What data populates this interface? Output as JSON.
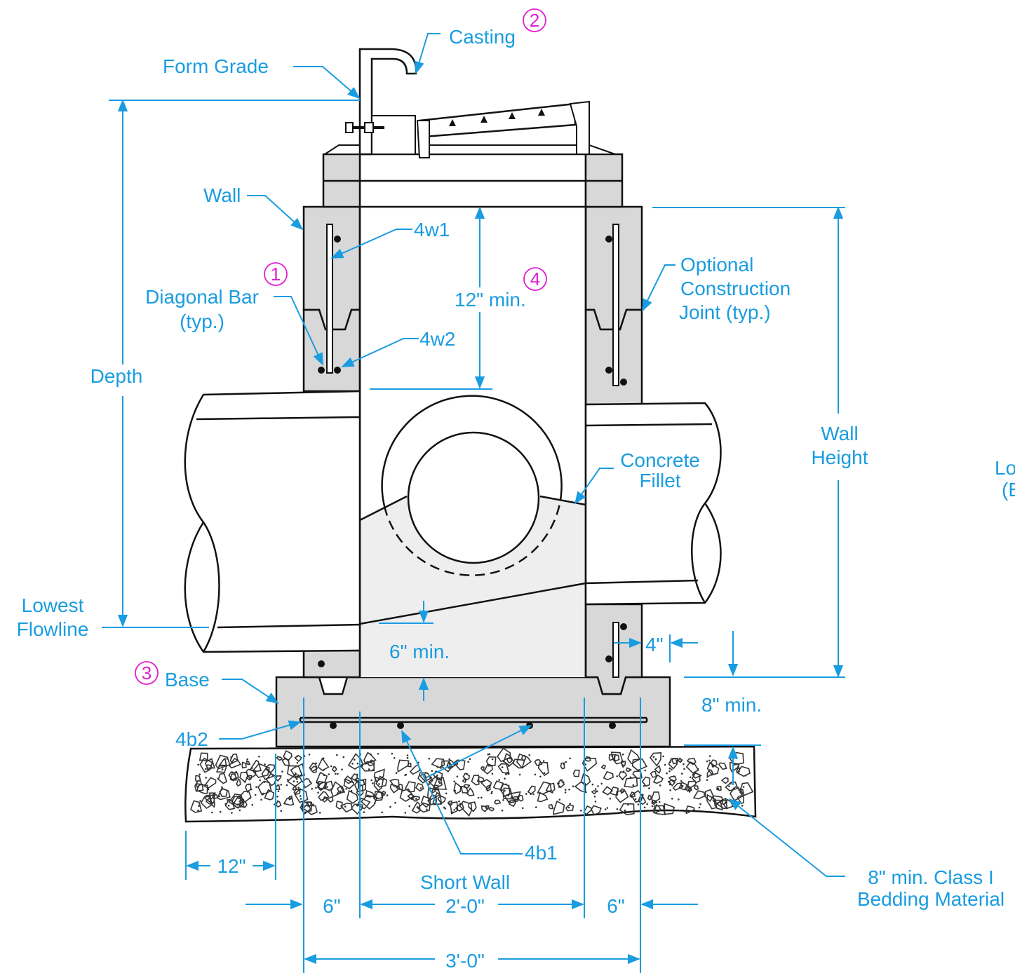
{
  "colors": {
    "dimension": "#1a9ce0",
    "callout": "#e020d0",
    "concrete": "#d8d8d8",
    "line": "#111111"
  },
  "labels": {
    "casting": "Casting",
    "form_grade": "Form Grade",
    "wall": "Wall",
    "bar_4w1": "4w1",
    "bar_4w2": "4w2",
    "diagonal_bar_1": "Diagonal Bar",
    "diagonal_bar_2": "(typ.)",
    "twelve_min": "12\" min.",
    "optional_1": "Optional",
    "optional_2": "Construction",
    "optional_3": "Joint (typ.)",
    "depth": "Depth",
    "wall_height_1": "Wall",
    "wall_height_2": "Height",
    "concrete_fillet_1": "Concrete",
    "concrete_fillet_2": "Fillet",
    "cut_text_1": "Lo",
    "cut_text_2": "(E",
    "lowest_flowline_1": "Lowest",
    "lowest_flowline_2": "Flowline",
    "six_min": "6\" min.",
    "four_in": "4\"",
    "base": "Base",
    "eight_min": "8\" min.",
    "bar_4b2": "4b2",
    "bar_4b1": "4b1",
    "twelve_in": "12\"",
    "short_wall": "Short Wall",
    "six_left": "6\"",
    "two_zero": "2'-0\"",
    "six_right": "6\"",
    "three_zero": "3'-0\"",
    "bedding_1": "8\" min. Class I",
    "bedding_2": "Bedding Material"
  },
  "callouts": {
    "c1": "1",
    "c2": "2",
    "c3": "3",
    "c4": "4"
  }
}
